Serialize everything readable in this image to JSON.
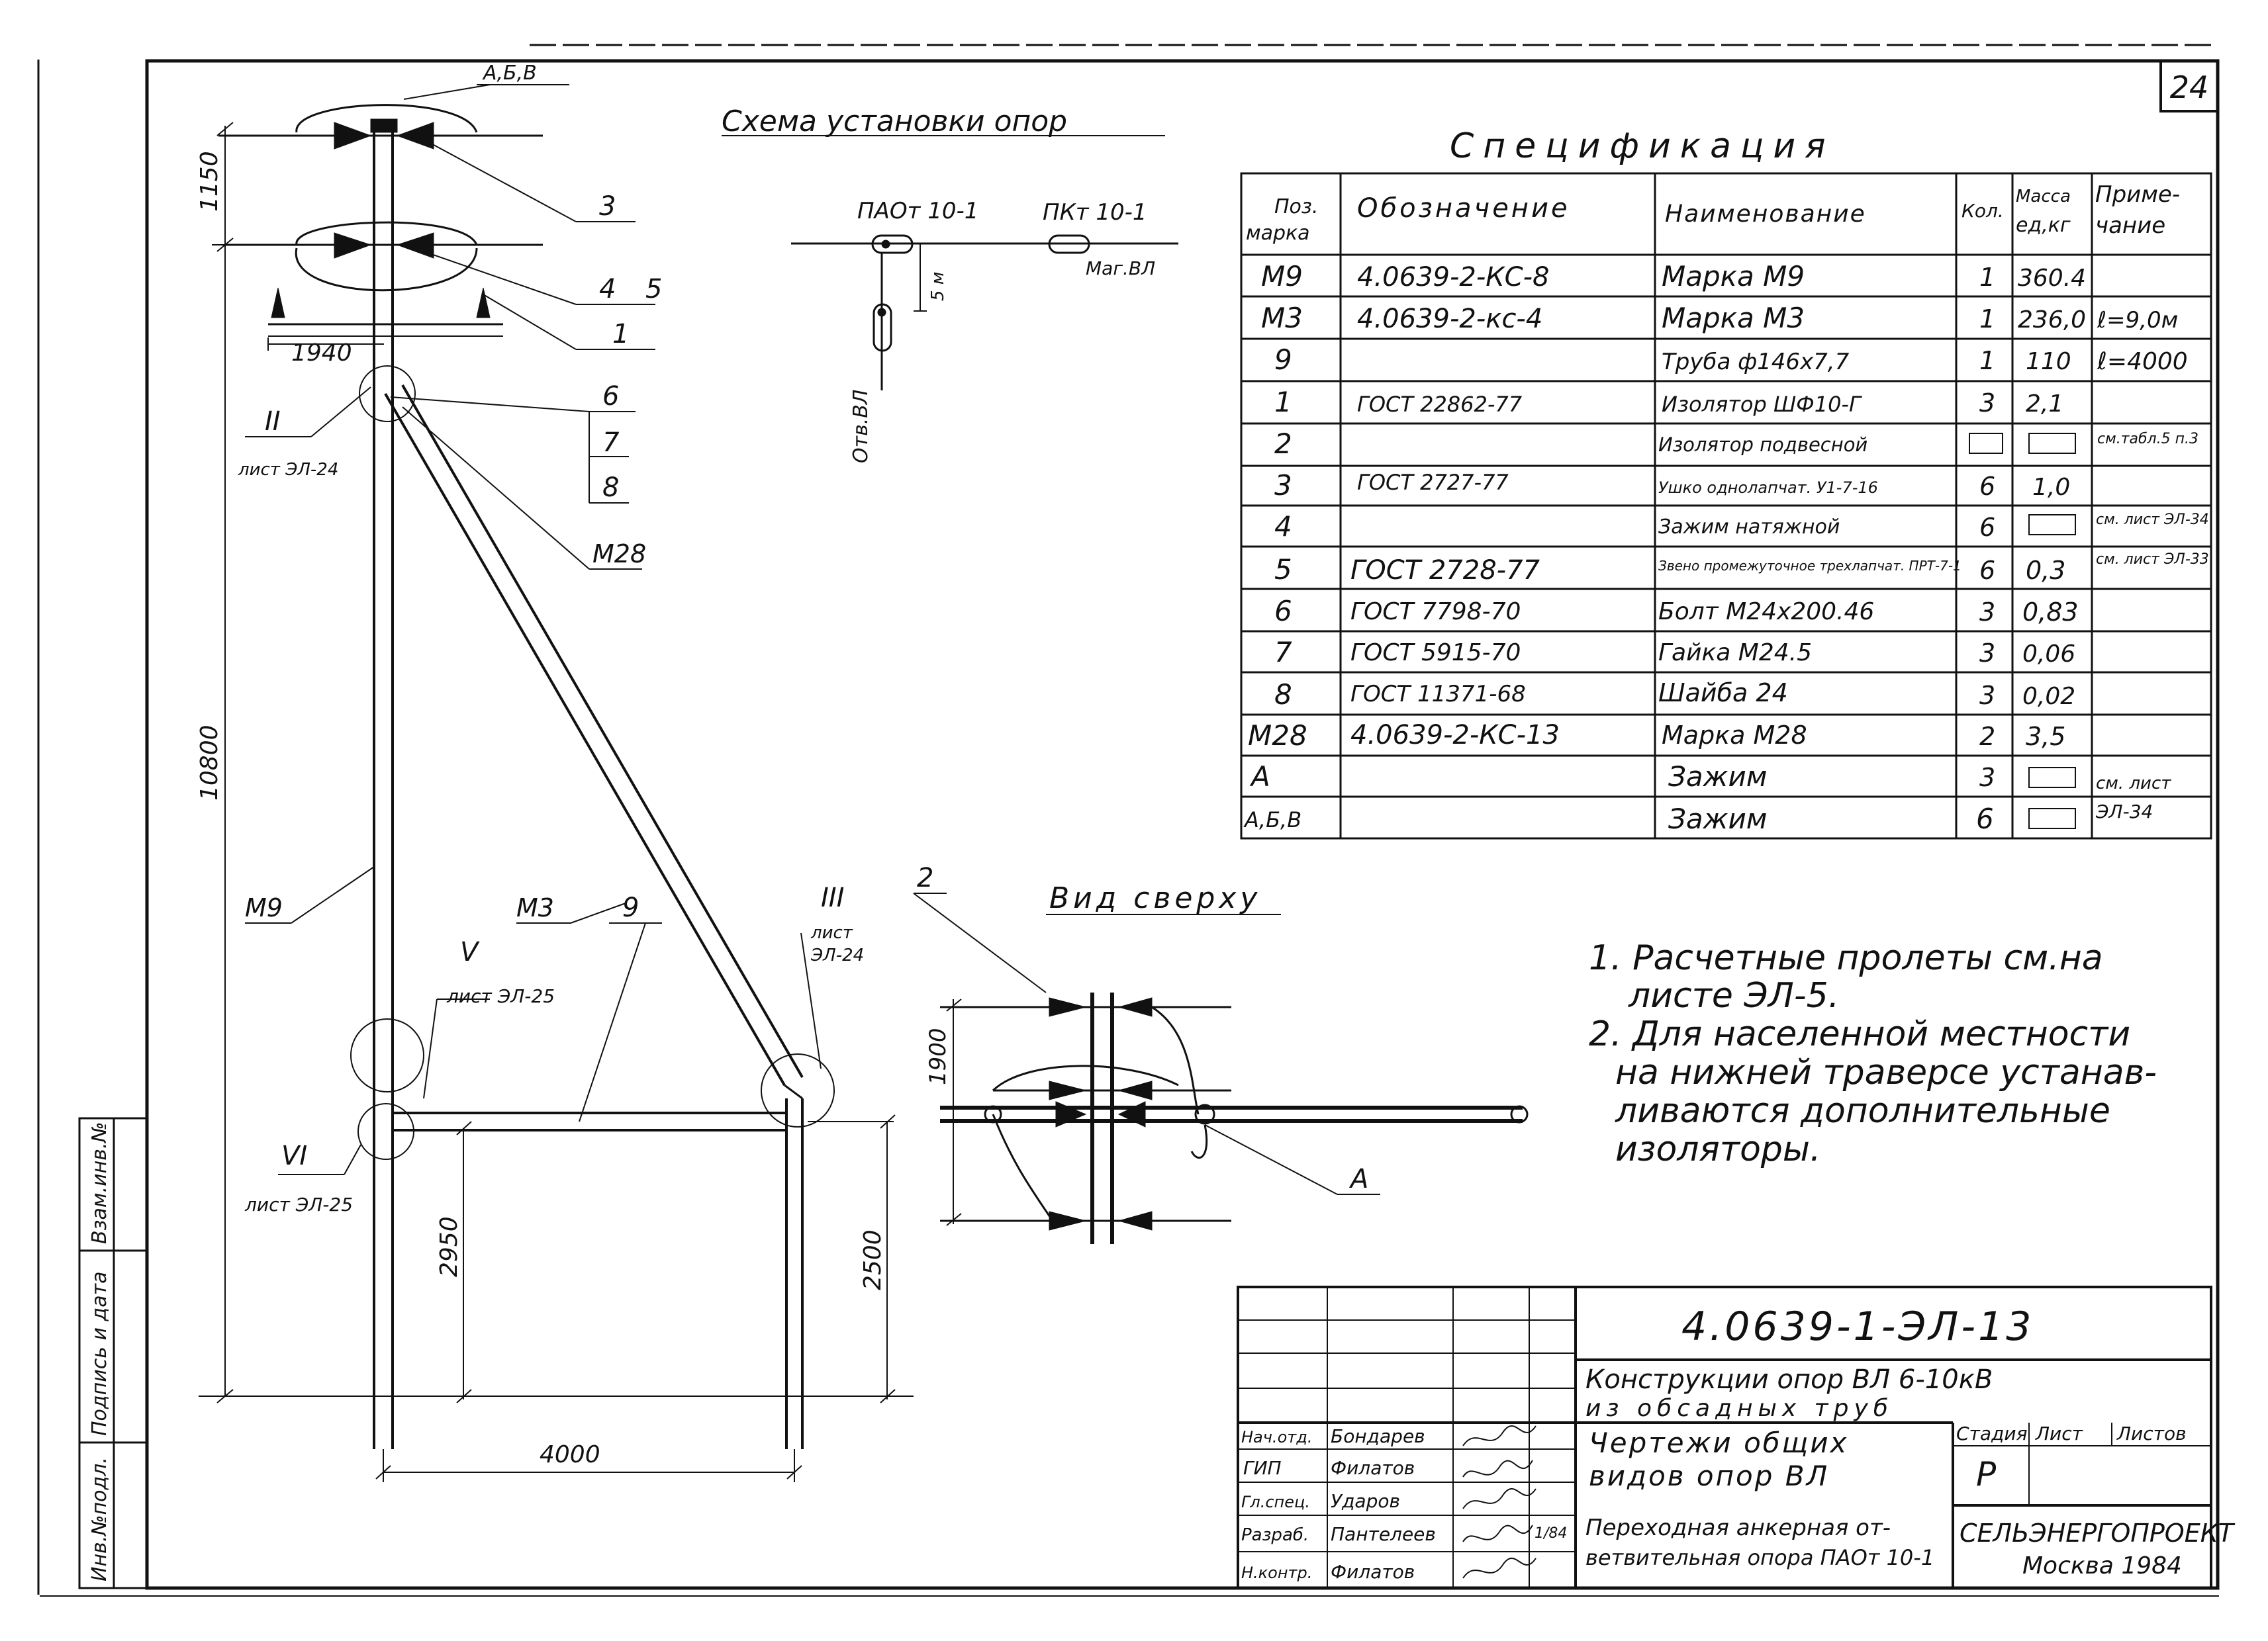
{
  "sheet_number": "24",
  "scheme": {
    "title": "Схема установки опор",
    "pao_label": "ПАОт 10-1",
    "pkt_label": "ПКт 10-1",
    "mag_label": "Маг.ВЛ",
    "otv_label": "Отв.ВЛ",
    "distance": "5 м"
  },
  "elevation": {
    "labels": {
      "top": "А,Б,В",
      "p3": "3",
      "p4": "4",
      "p5": "5",
      "p1": "1",
      "p6": "6",
      "p7": "7",
      "p8": "8",
      "m28": "М28",
      "m9": "М9",
      "m3": "М3",
      "p9": "9"
    },
    "dims": {
      "h1150": "1150",
      "w1940": "1940",
      "h10800": "10800",
      "h2950": "2950",
      "h2500": "2500",
      "w4000": "4000"
    },
    "nodes": {
      "n2": "II",
      "n2_sheet": "лист ЭЛ-24",
      "n3": "III",
      "n3_sheet_a": "лист",
      "n3_sheet_b": "ЭЛ-24",
      "n5": "V",
      "n5_sheet": "лист ЭЛ-25",
      "n6": "VI",
      "n6_sheet": "лист ЭЛ-25"
    }
  },
  "spec": {
    "title": "Спецификация",
    "headers": {
      "pos_a": "Поз.",
      "pos_b": "марка",
      "designation": "Обозначение",
      "name": "Наименование",
      "qty": "Кол.",
      "mass_a": "Масса",
      "mass_b": "ед,кг",
      "note_a": "Приме-",
      "note_b": "чание"
    },
    "rows": [
      {
        "pos": "М9",
        "des": "4.0639-2-КС-8",
        "name": "Марка М9",
        "qty": "1",
        "mass": "360.4",
        "note": ""
      },
      {
        "pos": "М3",
        "des": "4.0639-2-кс-4",
        "name": "Марка М3",
        "qty": "1",
        "mass": "236,0",
        "note": "ℓ=9,0м"
      },
      {
        "pos": "9",
        "des": "",
        "name": "Труба ф146х7,7",
        "qty": "1",
        "mass": "110",
        "note": "ℓ=4000"
      },
      {
        "pos": "1",
        "des": "ГОСТ 22862-77",
        "name": "Изолятор ШФ10-Г",
        "qty": "3",
        "mass": "2,1",
        "note": ""
      },
      {
        "pos": "2",
        "des": "",
        "name": "Изолятор подвесной",
        "qty": "",
        "mass": "",
        "note": "см.табл.5 п.3"
      },
      {
        "pos": "3",
        "des": "ГОСТ 2727-77",
        "name": "Ушко однолапчат. У1-7-16",
        "qty": "6",
        "mass": "1,0",
        "note": ""
      },
      {
        "pos": "4",
        "des": "",
        "name": "Зажим натяжной",
        "qty": "6",
        "mass": "",
        "note": "см. лист ЭЛ-34"
      },
      {
        "pos": "5",
        "des": "ГОСТ 2728-77",
        "name": "Звено промежуточное трехлапчат. ПРТ-7-1",
        "qty": "6",
        "mass": "0,3",
        "note": "см. лист ЭЛ-33"
      },
      {
        "pos": "6",
        "des": "ГОСТ 7798-70",
        "name": "Болт М24х200.46",
        "qty": "3",
        "mass": "0,83",
        "note": ""
      },
      {
        "pos": "7",
        "des": "ГОСТ 5915-70",
        "name": "Гайка М24.5",
        "qty": "3",
        "mass": "0,06",
        "note": ""
      },
      {
        "pos": "8",
        "des": "ГОСТ 11371-68",
        "name": "Шайба 24",
        "qty": "3",
        "mass": "0,02",
        "note": ""
      },
      {
        "pos": "М28",
        "des": "4.0639-2-КС-13",
        "name": "Марка М28",
        "qty": "2",
        "mass": "3,5",
        "note": ""
      },
      {
        "pos": "А",
        "des": "",
        "name": "Зажим",
        "qty": "3",
        "mass": "",
        "note": "см. лист"
      },
      {
        "pos": "А,Б,В",
        "des": "",
        "name": "Зажим",
        "qty": "6",
        "mass": "",
        "note": "ЭЛ-34"
      }
    ]
  },
  "plan": {
    "title": "Вид сверху",
    "label2": "2",
    "labelA": "А",
    "dim1900": "1900"
  },
  "notes": [
    "1. Расчетные пролеты см.на",
    "листе ЭЛ-5.",
    "2. Для населенной местности",
    "на нижней траверсе устанав-",
    "ливаются дополнительные",
    "изоляторы."
  ],
  "title_block": {
    "code": "4.0639-1-ЭЛ-13",
    "project_a": "Конструкции опор ВЛ 6-10кВ",
    "project_b": "из обсадных труб",
    "doc_a": "Чертежи общих",
    "doc_b": "видов опор ВЛ",
    "sheet_a": "Переходная анкерная от-",
    "sheet_b": "ветвительная опора ПАОт 10-1",
    "stage_h": "Стадия",
    "list_h": "Лист",
    "lists_h": "Листов",
    "stage": "Р",
    "org_a": "СЕЛЬЭНЕРГОПРОЕКТ",
    "org_b": "Москва 1984",
    "people": [
      {
        "role": "Нач.отд.",
        "name": "Бондарев"
      },
      {
        "role": "ГИП",
        "name": "Филатов"
      },
      {
        "role": "Гл.спец.",
        "name": "Ударов"
      },
      {
        "role": "Разраб.",
        "name": "Пантелеев"
      },
      {
        "role": "Н.контр.",
        "name": "Филатов"
      }
    ],
    "people_date": "1/84"
  },
  "side_stamp": {
    "a": "Инв.№подл.",
    "b": "Подпись и дата",
    "c": "Взам.инв.№"
  }
}
